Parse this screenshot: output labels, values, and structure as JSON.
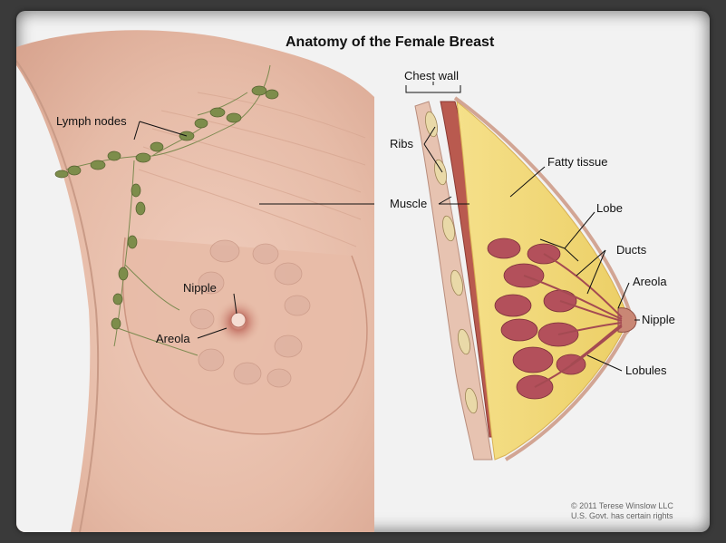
{
  "title": "Anatomy of the Female Breast",
  "front_view_labels": {
    "lymph_nodes": "Lymph nodes",
    "nipple": "Nipple",
    "areola": "Areola"
  },
  "cross_section_labels": {
    "chest_wall": "Chest wall",
    "ribs": "Ribs",
    "muscle": "Muscle",
    "fatty_tissue": "Fatty tissue",
    "lobe": "Lobe",
    "ducts": "Ducts",
    "areola": "Areola",
    "nipple": "Nipple",
    "lobules": "Lobules"
  },
  "credit": {
    "line1": "© 2011 Terese Winslow LLC",
    "line2": "U.S. Govt. has certain rights"
  },
  "colors": {
    "skin": "#e9c3b0",
    "skin_dark": "#d9a28c",
    "fat": "#f2dc7a",
    "lobule": "#b5535f",
    "muscle": "#b9574f",
    "node": "#7a8a4a",
    "background": "#f2f2f2"
  }
}
